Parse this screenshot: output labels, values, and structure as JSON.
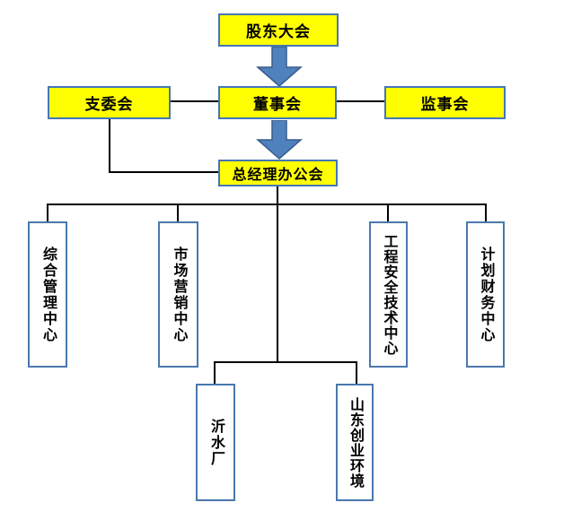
{
  "diagram": {
    "type": "org-chart",
    "background": "#ffffff",
    "colors": {
      "committee_fill": "#ffff00",
      "committee_border": "#4576b5",
      "department_fill": "#ffffff",
      "department_border": "#4a78ad",
      "arrow_fill": "#4f81bd",
      "arrow_border": "#385d8a",
      "connector_line": "#000000",
      "text": "#000000"
    },
    "nodes": {
      "shareholders_meeting": {
        "label": "股东大会",
        "shape": "yellow-box"
      },
      "branch_committee": {
        "label": "支委会",
        "shape": "yellow-box"
      },
      "board_of_directors": {
        "label": "董事会",
        "shape": "yellow-box"
      },
      "supervisory_board": {
        "label": "监事会",
        "shape": "yellow-box"
      },
      "gm_office_meeting": {
        "label": "总经理办公会",
        "shape": "yellow-box"
      },
      "general_management_center": {
        "label": "综合管理中心",
        "shape": "white-vertical-box"
      },
      "marketing_center": {
        "label": "市场营销中心",
        "shape": "white-vertical-box"
      },
      "engineering_safety_tech_center": {
        "label": "工程安全技术中心",
        "shape": "white-vertical-box"
      },
      "planning_finance_center": {
        "label": "计划财务中心",
        "shape": "white-vertical-box"
      },
      "yishui_plant": {
        "label": "沂水厂",
        "shape": "white-vertical-box"
      },
      "shandong_chuangye_environment": {
        "label": "山东创业环境",
        "shape": "white-vertical-box"
      }
    },
    "edges": [
      {
        "from": "shareholders_meeting",
        "to": "board_of_directors",
        "style": "block-arrow-down"
      },
      {
        "from": "branch_committee",
        "to": "board_of_directors",
        "style": "line"
      },
      {
        "from": "board_of_directors",
        "to": "supervisory_board",
        "style": "line"
      },
      {
        "from": "board_of_directors",
        "to": "gm_office_meeting",
        "style": "block-arrow-down"
      },
      {
        "from": "branch_committee",
        "to": "gm_office_meeting",
        "style": "elbow-line"
      },
      {
        "from": "gm_office_meeting",
        "to": "general_management_center",
        "style": "elbow-line"
      },
      {
        "from": "gm_office_meeting",
        "to": "marketing_center",
        "style": "elbow-line"
      },
      {
        "from": "gm_office_meeting",
        "to": "engineering_safety_tech_center",
        "style": "elbow-line"
      },
      {
        "from": "gm_office_meeting",
        "to": "planning_finance_center",
        "style": "elbow-line"
      },
      {
        "from": "gm_office_meeting",
        "to": "yishui_plant",
        "style": "elbow-line"
      },
      {
        "from": "gm_office_meeting",
        "to": "shandong_chuangye_environment",
        "style": "elbow-line"
      }
    ]
  }
}
